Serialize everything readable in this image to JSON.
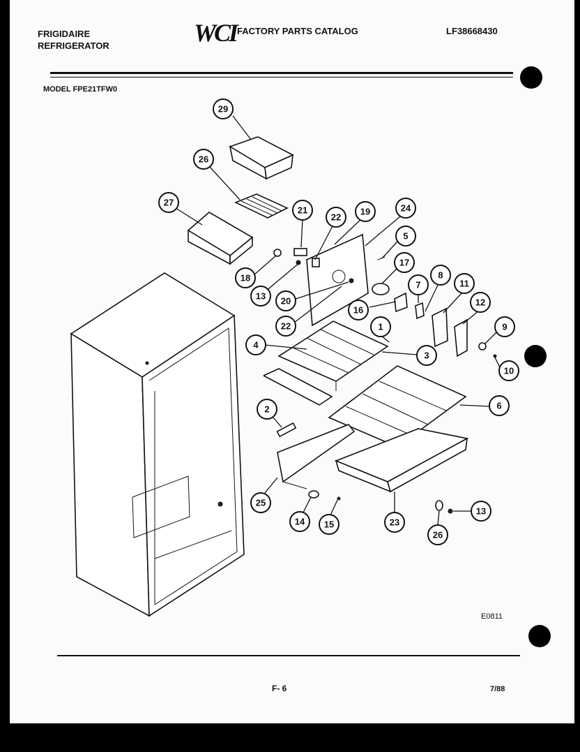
{
  "header": {
    "brand_line1": "FRIGIDAIRE",
    "brand_line2": "REFRIGERATOR",
    "logo": "WCI",
    "catalog_title": "FACTORY PARTS CATALOG",
    "doc_number": "LF38668430"
  },
  "model_label": "MODEL FPE21TFW0",
  "callouts": [
    "29",
    "26",
    "27",
    "21",
    "22",
    "19",
    "24",
    "5",
    "18",
    "13",
    "20",
    "17",
    "7",
    "8",
    "11",
    "12",
    "16",
    "22",
    "1",
    "4",
    "3",
    "9",
    "10",
    "2",
    "6",
    "25",
    "14",
    "15",
    "23",
    "26",
    "13"
  ],
  "footer": {
    "drawing_code": "E0811",
    "page": "F- 6",
    "date": "7/88"
  }
}
